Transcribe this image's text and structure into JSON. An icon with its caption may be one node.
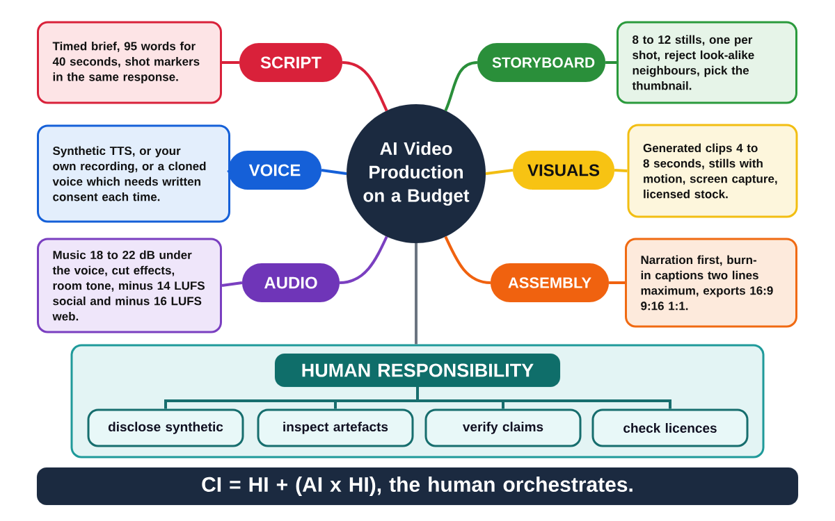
{
  "diagram": {
    "nodes": [
      {
        "text": [
          "AI Video Production on a Budget"
        ]
      },
      {
        "text": [
          "SCRIPT"
        ]
      },
      {
        "text": [
          "Timed brief, 95 words for 40 seconds, shot markers in the same response."
        ]
      },
      {
        "text": [
          "STORYBOARD"
        ]
      },
      {
        "text": [
          "8 to 12 stills, one per shot, reject look-alike neighbours, pick the thumbnail."
        ]
      },
      {
        "text": [
          "VOICE"
        ]
      },
      {
        "text": [
          "Synthetic TTS, or your own recording, or a cloned voice which needs written consent each time."
        ]
      },
      {
        "text": [
          "VISUALS"
        ]
      },
      {
        "text": [
          "Generated clips 4 to 8 seconds, stills with motion, screen capture, licensed stock."
        ]
      },
      {
        "text": [
          "AUDIO"
        ]
      },
      {
        "text": [
          "Music 18 to 22 dB under the voice, cut effects, room tone, minus 14 LUFS social and minus 16 LUFS web."
        ]
      },
      {
        "text": [
          "ASSEMBLY"
        ]
      },
      {
        "text": [
          "Narration first, burn-in captions two lines maximum, exports 16:9 9:16 1:1."
        ]
      },
      {
        "text": [],
        "shape": "box"
      },
      {
        "text": [
          "HUMAN RESPONSIBILITY"
        ],
        "in": 13
      },
      {
        "text": [
          "disclose synthetic"
        ],
        "in": 13
      },
      {
        "text": [
          "inspect artefacts"
        ],
        "in": 13
      },
      {
        "text": [
          "verify claims"
        ],
        "in": 13
      },
      {
        "text": [
          "check licences"
        ],
        "in": 13
      },
      {
        "text": [
          "CI = HI + (AI x HI), the human orchestrates."
        ]
      }
    ],
    "edges": [
      {
        "from": 0,
        "to": 1,
        "arrow": "none",
        "color": "#d9213a"
      },
      {
        "from": 1,
        "to": 2,
        "arrow": "none",
        "color": "#d9213a"
      },
      {
        "from": 0,
        "to": 3,
        "arrow": "none",
        "color": "#2a8f3a"
      },
      {
        "from": 3,
        "to": 4,
        "arrow": "none",
        "color": "#2a8f3a"
      },
      {
        "from": 0,
        "to": 5,
        "arrow": "none",
        "color": "#1560d8"
      },
      {
        "from": 5,
        "to": 6,
        "arrow": "none",
        "color": "#1560d8"
      },
      {
        "from": 0,
        "to": 7,
        "arrow": "none",
        "color": "#f2be12"
      },
      {
        "from": 7,
        "to": 8,
        "arrow": "none",
        "color": "#f2be12"
      },
      {
        "from": 0,
        "to": 9,
        "arrow": "none",
        "color": "#7a3fc0"
      },
      {
        "from": 9,
        "to": 10,
        "arrow": "none",
        "color": "#7a3fc0"
      },
      {
        "from": 0,
        "to": 11,
        "arrow": "none",
        "color": "#f0620f"
      },
      {
        "from": 11,
        "to": 12,
        "arrow": "none",
        "color": "#f0620f"
      },
      {
        "from": 0,
        "to": 13,
        "arrow": "none",
        "color": "#6b7480"
      },
      {
        "from": 14,
        "to": 15,
        "arrow": "none",
        "color": "#176e6e"
      },
      {
        "from": 14,
        "to": 16,
        "arrow": "none",
        "color": "#176e6e"
      },
      {
        "from": 14,
        "to": 17,
        "arrow": "none",
        "color": "#176e6e"
      },
      {
        "from": 14,
        "to": 18,
        "arrow": "none",
        "color": "#176e6e"
      }
    ]
  }
}
